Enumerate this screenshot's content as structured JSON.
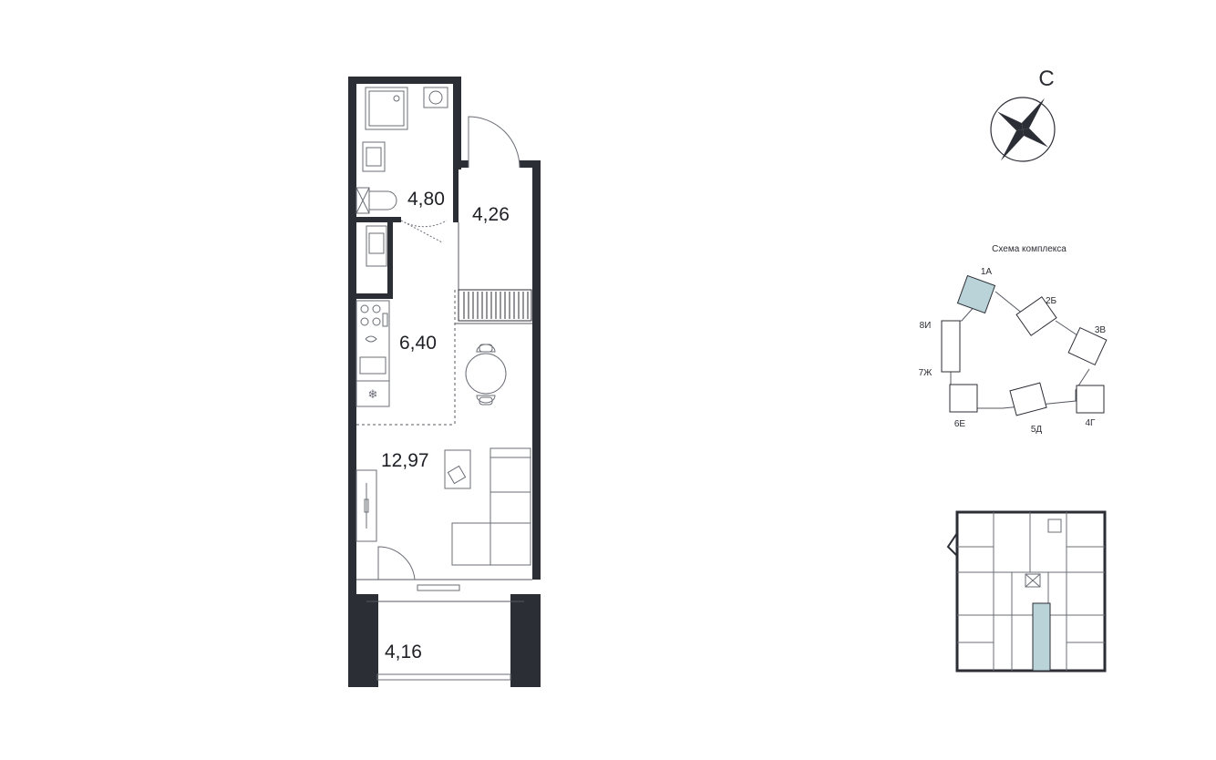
{
  "plan": {
    "rooms": [
      {
        "id": "bathroom",
        "area": "4,80"
      },
      {
        "id": "hall",
        "area": "4,26"
      },
      {
        "id": "kitchen",
        "area": "6,40"
      },
      {
        "id": "living",
        "area": "12,97"
      },
      {
        "id": "balcony",
        "area": "4,16"
      }
    ]
  },
  "compass": {
    "north_label": "С"
  },
  "complex": {
    "title": "Схема комплекса",
    "sections": [
      "1А",
      "2Б",
      "3В",
      "4Г",
      "5Д",
      "6Е",
      "7Ж",
      "8И"
    ],
    "highlight": "1А",
    "highlight_color": "#b9d3d9"
  },
  "colors": {
    "wall": "#2c2e36",
    "highlight": "#b9d3d9"
  }
}
